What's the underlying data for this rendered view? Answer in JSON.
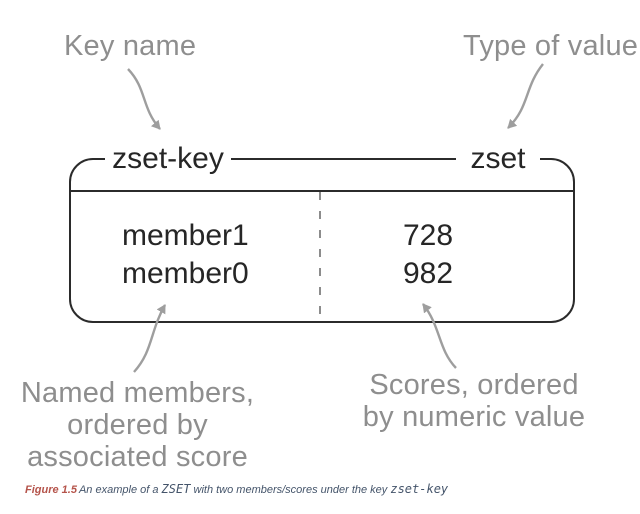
{
  "diagram": {
    "annotations": {
      "key_name": "Key name",
      "type_of_value": "Type of value",
      "members_note_lines": [
        "Named members,",
        "ordered by",
        "associated score"
      ],
      "scores_note_lines": [
        "Scores, ordered",
        "by numeric value"
      ]
    },
    "box": {
      "key": "zset-key",
      "type": "zset",
      "rows": [
        {
          "member": "member1",
          "score": "728"
        },
        {
          "member": "member0",
          "score": "982"
        }
      ]
    },
    "caption": {
      "figure_label": "Figure 1.5",
      "part1": "An example of a ",
      "code1": "ZSET",
      "part2": " with two members/scores under the key ",
      "code2": "zset-key"
    }
  },
  "colors": {
    "diagram-ink": "#2b2b2b",
    "annotation-gray": "#8e8e8e",
    "arrow-gray": "#9e9e9e",
    "figure-label-red": "#b5544b",
    "caption-navy": "#44546a",
    "background": "#ffffff"
  }
}
